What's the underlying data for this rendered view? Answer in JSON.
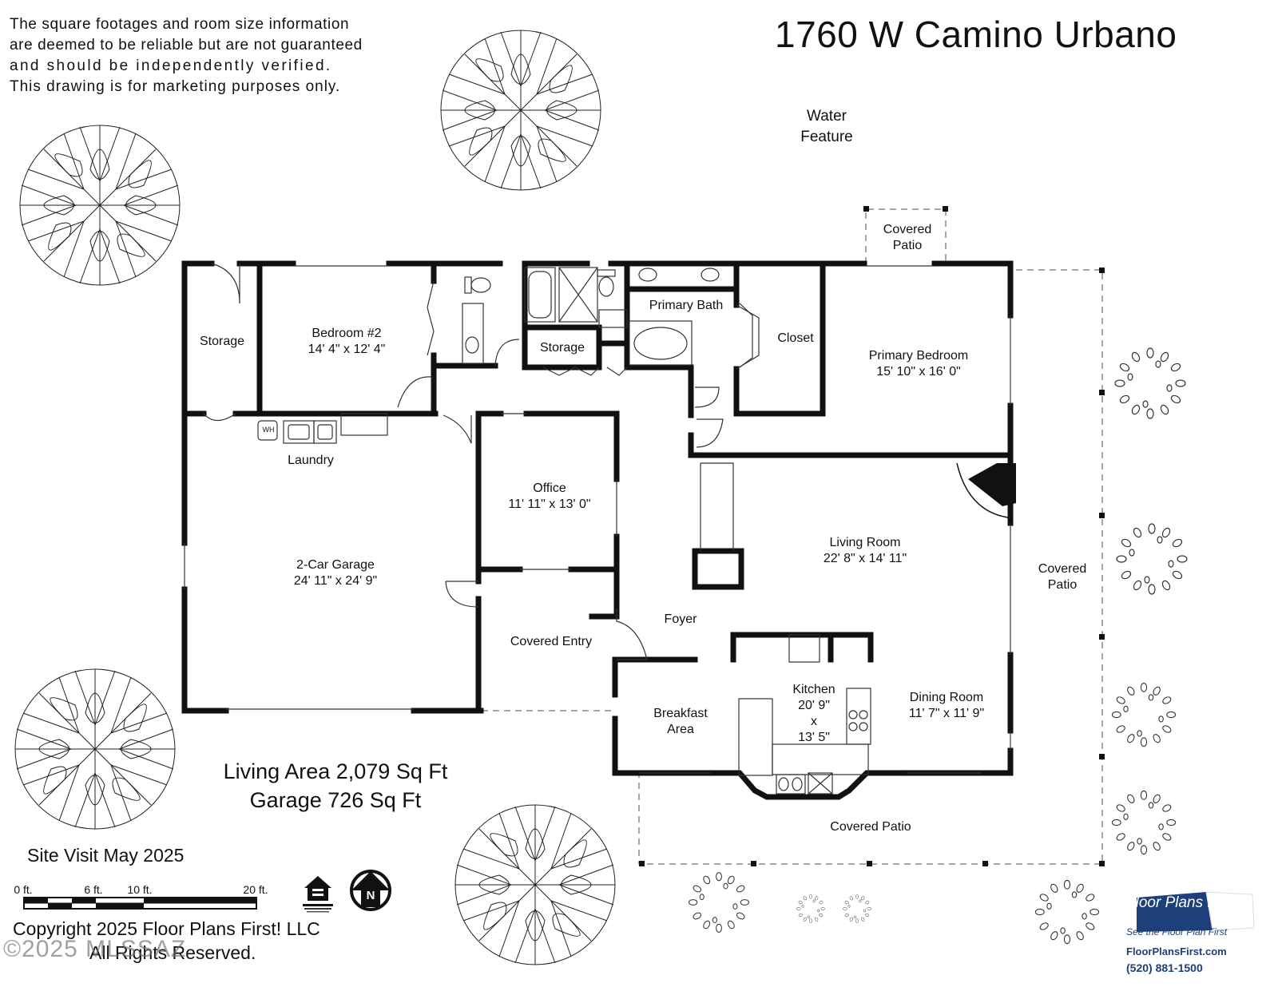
{
  "disclaimer": {
    "line1": "The square footages and room size information",
    "line2": "are deemed to be reliable but are not guaranteed",
    "line3": "and should be independently verified.",
    "line4": "This drawing is for marketing purposes only."
  },
  "address": "1760 W Camino Urbano",
  "areas": {
    "water_feature_1": "Water",
    "water_feature_2": "Feature",
    "covered_patio_top_1": "Covered",
    "covered_patio_top_2": "Patio",
    "storage_left": "Storage",
    "bedroom2_name": "Bedroom #2",
    "bedroom2_size": "14' 4\" x 12' 4\"",
    "storage_center": "Storage",
    "primary_bath": "Primary Bath",
    "closet": "Closet",
    "primary_bedroom_name": "Primary Bedroom",
    "primary_bedroom_size": "15' 10\" x 16' 0\"",
    "laundry": "Laundry",
    "office_name": "Office",
    "office_size": "11' 11\" x 13' 0\"",
    "garage_name": "2-Car Garage",
    "garage_size": "24' 11\" x 24' 9\"",
    "living_name": "Living Room",
    "living_size": "22' 8\" x 14' 11\"",
    "covered_patio_right_1": "Covered",
    "covered_patio_right_2": "Patio",
    "foyer": "Foyer",
    "covered_entry": "Covered Entry",
    "kitchen_name": "Kitchen",
    "kitchen_dim1": "20' 9\"",
    "kitchen_x": "x",
    "kitchen_dim2": "13' 5\"",
    "breakfast_1": "Breakfast",
    "breakfast_2": "Area",
    "dining_name": "Dining Room",
    "dining_size": "11' 7\" x 11' 9\"",
    "covered_patio_bottom": "Covered Patio",
    "water_heater": "WH"
  },
  "totals": {
    "living_area": "Living Area 2,079 Sq Ft",
    "garage": "Garage 726 Sq Ft"
  },
  "site_visit": "Site Visit May 2025",
  "scale": {
    "l0": "0 ft.",
    "l6": "6 ft.",
    "l10": "10 ft.",
    "l20": "20 ft."
  },
  "north": "N",
  "copyright": {
    "line1": "Copyright 2025 Floor Plans First! LLC",
    "line2": "All Rights Reserved."
  },
  "watermark": "©2025 MLSSAZ",
  "brand": {
    "name": "Floor Plans First!",
    "tagline": "See the Floor Plan First",
    "site": "FloorPlansFirst.com",
    "phone": "(520) 881-1500"
  },
  "colors": {
    "wall": "#111111",
    "brand_blue": "#1d3f7a",
    "brand_red": "#d22222"
  },
  "icons": [
    "tree-icon",
    "shrub-icon",
    "north-arrow-icon",
    "equal-housing-icon",
    "water-heater-icon"
  ]
}
